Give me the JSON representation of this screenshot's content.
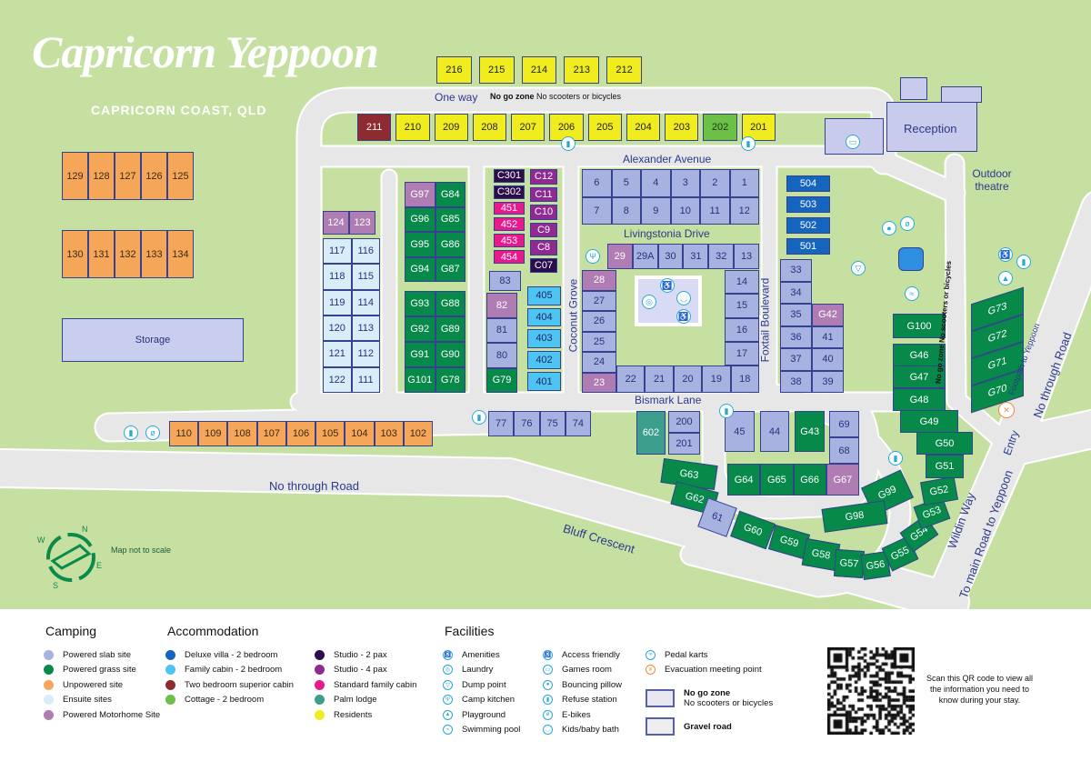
{
  "title": "Capricorn Yeppoon",
  "subtitle": "CAPRICORN COAST, QLD",
  "type_colors": {
    "slab": {
      "bg": "#a8b2e1",
      "fg": "#26337a"
    },
    "grass": {
      "bg": "#07894a",
      "fg": "#ffffff"
    },
    "unpowered": {
      "bg": "#f6a658",
      "fg": "#3a2a10"
    },
    "ensuite": {
      "bg": "#d8edf8",
      "fg": "#26337a"
    },
    "motorhome": {
      "bg": "#b07cb4",
      "fg": "#ffffff"
    },
    "villa": {
      "bg": "#1565bf",
      "fg": "#ffffff"
    },
    "family": {
      "bg": "#4ec4f3",
      "fg": "#1b2a6a"
    },
    "superior": {
      "bg": "#8d2b30",
      "fg": "#ffffff"
    },
    "cottage": {
      "bg": "#6cbf47",
      "fg": "#1b3a10"
    },
    "studio2": {
      "bg": "#2b0d4c",
      "fg": "#ffffff"
    },
    "studio4": {
      "bg": "#8f2a92",
      "fg": "#ffffff"
    },
    "standard": {
      "bg": "#e9188c",
      "fg": "#ffffff"
    },
    "palm": {
      "bg": "#3c9e8c",
      "fg": "#ffffff"
    },
    "residents": {
      "bg": "#f0ec1e",
      "fg": "#222222"
    },
    "lawn": {
      "bg": "#c6e0a2",
      "fg": "#26337a"
    },
    "storage": {
      "bg": "#c9cdee",
      "fg": "#26337a"
    }
  },
  "sites": {
    "r216": [
      [
        "216",
        "residents"
      ],
      [
        "215",
        "residents"
      ],
      [
        "214",
        "residents"
      ],
      [
        "213",
        "residents"
      ],
      [
        "212",
        "residents"
      ]
    ],
    "r211": [
      [
        "211",
        "superior"
      ],
      [
        "210",
        "residents"
      ],
      [
        "209",
        "residents"
      ],
      [
        "208",
        "residents"
      ],
      [
        "207",
        "residents"
      ],
      [
        "206",
        "residents"
      ],
      [
        "205",
        "residents"
      ],
      [
        "204",
        "residents"
      ],
      [
        "203",
        "residents"
      ],
      [
        "202",
        "cottage"
      ],
      [
        "201",
        "residents"
      ]
    ],
    "s129": [
      [
        "129",
        "unpowered"
      ],
      [
        "128",
        "unpowered"
      ],
      [
        "127",
        "unpowered"
      ],
      [
        "126",
        "unpowered"
      ],
      [
        "125",
        "unpowered"
      ]
    ],
    "s130": [
      [
        "130",
        "unpowered"
      ],
      [
        "131",
        "unpowered"
      ],
      [
        "132",
        "unpowered"
      ],
      [
        "133",
        "unpowered"
      ],
      [
        "134",
        "unpowered"
      ]
    ],
    "storage": [
      [
        "Storage",
        "storage"
      ]
    ],
    "mh124": [
      [
        "124",
        "motorhome"
      ],
      [
        "123",
        "motorhome"
      ]
    ],
    "ens": [
      [
        "117",
        "ensuite"
      ],
      [
        "116",
        "ensuite"
      ],
      [
        "118",
        "ensuite"
      ],
      [
        "115",
        "ensuite"
      ],
      [
        "119",
        "ensuite"
      ],
      [
        "114",
        "ensuite"
      ],
      [
        "120",
        "ensuite"
      ],
      [
        "113",
        "ensuite"
      ],
      [
        "121",
        "ensuite"
      ],
      [
        "112",
        "ensuite"
      ],
      [
        "122",
        "ensuite"
      ],
      [
        "111",
        "ensuite"
      ]
    ],
    "gA": [
      [
        "G97",
        "motorhome"
      ],
      [
        "G84",
        "grass"
      ],
      [
        "G96",
        "grass"
      ],
      [
        "G85",
        "grass"
      ],
      [
        "G95",
        "grass"
      ],
      [
        "G86",
        "grass"
      ],
      [
        "G94",
        "grass"
      ],
      [
        "G87",
        "grass"
      ]
    ],
    "gB": [
      [
        "G93",
        "grass"
      ],
      [
        "G88",
        "grass"
      ],
      [
        "G92",
        "grass"
      ],
      [
        "G89",
        "grass"
      ],
      [
        "G91",
        "grass"
      ],
      [
        "G90",
        "grass"
      ],
      [
        "G101",
        "grass"
      ],
      [
        "G78",
        "grass"
      ]
    ],
    "cL": [
      [
        "C301",
        "studio2"
      ],
      [
        "C302",
        "studio2"
      ],
      [
        "451",
        "standard"
      ],
      [
        "452",
        "standard"
      ],
      [
        "453",
        "standard"
      ],
      [
        "454",
        "standard"
      ]
    ],
    "cR": [
      [
        "C12",
        "studio4"
      ],
      [
        "C11",
        "studio4"
      ],
      [
        "C10",
        "studio4"
      ],
      [
        "C9",
        "studio4"
      ],
      [
        "C8",
        "studio4"
      ],
      [
        "C07",
        "studio2"
      ]
    ],
    "c83": [
      [
        "83",
        "slab"
      ]
    ],
    "c82": [
      [
        "82",
        "motorhome"
      ],
      [
        "81",
        "slab"
      ],
      [
        "80",
        "slab"
      ],
      [
        "G79",
        "grass"
      ]
    ],
    "c405": [
      [
        "405",
        "family"
      ],
      [
        "404",
        "family"
      ],
      [
        "403",
        "family"
      ],
      [
        "402",
        "family"
      ],
      [
        "401",
        "family"
      ]
    ],
    "b1": [
      [
        "6",
        "slab"
      ],
      [
        "5",
        "slab"
      ],
      [
        "4",
        "slab"
      ],
      [
        "3",
        "slab"
      ],
      [
        "2",
        "slab"
      ],
      [
        "1",
        "slab"
      ],
      [
        "7",
        "slab"
      ],
      [
        "8",
        "slab"
      ],
      [
        "9",
        "slab"
      ],
      [
        "10",
        "slab"
      ],
      [
        "11",
        "slab"
      ],
      [
        "12",
        "slab"
      ]
    ],
    "inTop": [
      [
        "",
        "lawn"
      ],
      [
        "29",
        "motorhome"
      ],
      [
        "29A",
        "slab"
      ],
      [
        "30",
        "slab"
      ],
      [
        "31",
        "slab"
      ],
      [
        "32",
        "slab"
      ],
      [
        "13",
        "slab"
      ]
    ],
    "inLeft": [
      [
        "28",
        "motorhome"
      ],
      [
        "27",
        "slab"
      ],
      [
        "26",
        "slab"
      ],
      [
        "25",
        "slab"
      ],
      [
        "24",
        "slab"
      ],
      [
        "23",
        "motorhome"
      ]
    ],
    "inBot": [
      [
        "22",
        "slab"
      ],
      [
        "21",
        "slab"
      ],
      [
        "20",
        "slab"
      ],
      [
        "19",
        "slab"
      ],
      [
        "18",
        "slab"
      ]
    ],
    "inRight": [
      [
        "14",
        "slab"
      ],
      [
        "15",
        "slab"
      ],
      [
        "16",
        "slab"
      ],
      [
        "17",
        "slab"
      ]
    ],
    "v504": [
      [
        "504",
        "villa"
      ],
      [
        "503",
        "villa"
      ],
      [
        "502",
        "villa"
      ],
      [
        "501",
        "villa"
      ]
    ],
    "rb": [
      [
        "33",
        "slab"
      ],
      [
        "",
        "lawn"
      ],
      [
        "34",
        "slab"
      ],
      [
        "",
        "lawn"
      ],
      [
        "35",
        "slab"
      ],
      [
        "G42",
        "motorhome"
      ],
      [
        "36",
        "slab"
      ],
      [
        "41",
        "slab"
      ],
      [
        "37",
        "slab"
      ],
      [
        "40",
        "slab"
      ],
      [
        "38",
        "slab"
      ],
      [
        "39",
        "slab"
      ]
    ],
    "r77": [
      [
        "77",
        "slab"
      ],
      [
        "76",
        "slab"
      ],
      [
        "75",
        "slab"
      ],
      [
        "74",
        "slab"
      ]
    ],
    "r110": [
      [
        "110",
        "unpowered"
      ],
      [
        "109",
        "unpowered"
      ],
      [
        "108",
        "unpowered"
      ],
      [
        "107",
        "unpowered"
      ],
      [
        "106",
        "unpowered"
      ],
      [
        "105",
        "unpowered"
      ],
      [
        "104",
        "unpowered"
      ],
      [
        "103",
        "unpowered"
      ],
      [
        "102",
        "unpowered"
      ]
    ],
    "p602": [
      [
        "602",
        "palm"
      ]
    ],
    "r200": [
      [
        "200",
        "slab"
      ],
      [
        "201",
        "slab"
      ]
    ],
    "r45": [
      [
        "45",
        "slab"
      ],
      [
        "44",
        "slab"
      ],
      [
        "G43",
        "grass"
      ]
    ],
    "r69": [
      [
        "69",
        "slab"
      ],
      [
        "68",
        "slab"
      ]
    ],
    "r64": [
      [
        "G64",
        "grass"
      ],
      [
        "G65",
        "grass"
      ],
      [
        "G66",
        "grass"
      ],
      [
        "G67",
        "motorhome"
      ]
    ],
    "g73": [
      [
        "G73",
        "grass"
      ],
      [
        "G72",
        "grass"
      ],
      [
        "G71",
        "grass"
      ],
      [
        "G70",
        "grass"
      ]
    ],
    "curve": [
      [
        "G63",
        "grass"
      ],
      [
        "G62",
        "grass"
      ],
      [
        "61",
        "slab"
      ],
      [
        "G60",
        "grass"
      ],
      [
        "G59",
        "grass"
      ],
      [
        "G58",
        "grass"
      ],
      [
        "G57",
        "grass"
      ],
      [
        "G56",
        "grass"
      ],
      [
        "G55",
        "grass"
      ],
      [
        "G54",
        "grass"
      ],
      [
        "G53",
        "grass"
      ],
      [
        "G52",
        "grass"
      ],
      [
        "G51",
        "grass"
      ],
      [
        "G50",
        "grass"
      ],
      [
        "G49",
        "grass"
      ],
      [
        "G48",
        "grass"
      ],
      [
        "G47",
        "grass"
      ],
      [
        "G46",
        "grass"
      ],
      [
        "G100",
        "grass"
      ],
      [
        "G99",
        "grass"
      ],
      [
        "G98",
        "grass"
      ]
    ]
  },
  "roads": {
    "one_way": "One way",
    "top_no_go": "No go zone",
    "top_no_scooters": "No scooters or bicycles",
    "alexander": "Alexander Avenue",
    "livingstonia": "Livingstonia Drive",
    "coconut": "Coconut Grove",
    "foxtail": "Foxtail Boulevard",
    "bismark": "Bismark Lane",
    "no_through_left": "No through Road",
    "bluff": "Bluff Crescent",
    "right_no_go": "No go zone No scooters or bicycles",
    "footpath": "Footpath to Yeppoon",
    "no_through_right": "No through Road",
    "entry": "Entry",
    "wildin": "Wildin Way",
    "main_road": "To main Road to Yeppoon"
  },
  "buildings": {
    "reception": "Reception",
    "theatre": "Outdoor theatre"
  },
  "compass": {
    "n": "N",
    "e": "E",
    "s": "S",
    "w": "W"
  },
  "scale_note": "Map not to scale",
  "legend": {
    "camping_title": "Camping",
    "camping": [
      {
        "label": "Powered slab site",
        "color": "#a8b2e1"
      },
      {
        "label": "Powered grass site",
        "color": "#07894a"
      },
      {
        "label": "Unpowered site",
        "color": "#f6a658"
      },
      {
        "label": "Ensuite sites",
        "color": "#d8edf8"
      },
      {
        "label": "Powered Motorhome Site",
        "color": "#b07cb4"
      }
    ],
    "accommodation_title": "Accommodation",
    "accommodation_a": [
      {
        "label": "Deluxe villa - 2 bedroom",
        "color": "#1565bf"
      },
      {
        "label": "Family cabin - 2 bedroom",
        "color": "#4ec4f3"
      },
      {
        "label": "Two bedroom superior cabin",
        "color": "#8d2b30"
      },
      {
        "label": "Cottage - 2 bedroom",
        "color": "#6cbf47"
      }
    ],
    "accommodation_b": [
      {
        "label": "Studio - 2 pax",
        "color": "#2b0d4c"
      },
      {
        "label": "Studio - 4 pax",
        "color": "#8f2a92"
      },
      {
        "label": "Standard family cabin",
        "color": "#e9188c"
      },
      {
        "label": "Palm lodge",
        "color": "#3c9e8c"
      },
      {
        "label": "Residents",
        "color": "#f0ec1e"
      }
    ],
    "facilities_title": "Facilities",
    "facilities_a": [
      {
        "label": "Amenities",
        "icon": "amenities-icon",
        "glyph": "♿"
      },
      {
        "label": "Laundry",
        "icon": "laundry-icon",
        "glyph": "◎"
      },
      {
        "label": "Dump point",
        "icon": "dump-point-icon",
        "glyph": "▽"
      },
      {
        "label": "Camp kitchen",
        "icon": "camp-kitchen-icon",
        "glyph": "Ψ"
      },
      {
        "label": "Playground",
        "icon": "playground-icon",
        "glyph": "▲"
      },
      {
        "label": "Swimming pool",
        "icon": "swimming-pool-icon",
        "glyph": "≈"
      }
    ],
    "facilities_b": [
      {
        "label": "Access friendly",
        "icon": "access-icon",
        "glyph": "♿"
      },
      {
        "label": "Games room",
        "icon": "games-room-icon",
        "glyph": "▭"
      },
      {
        "label": "Bouncing pillow",
        "icon": "bouncing-pillow-icon",
        "glyph": "●"
      },
      {
        "label": "Refuse station",
        "icon": "refuse-icon",
        "glyph": "▮"
      },
      {
        "label": "E-bikes",
        "icon": "ebike-icon",
        "glyph": "ø"
      },
      {
        "label": "Kids/baby bath",
        "icon": "baby-bath-icon",
        "glyph": "◡"
      }
    ],
    "pedal": "Pedal karts",
    "evac": "Evacuation meeting point",
    "no_go": "No go zone",
    "no_go_sub": "No scooters or bicycles",
    "gravel": "Gravel road",
    "qr_text": "Scan this QR code to view all the information you need to know during your stay.",
    "evac_color": "#f08a3c"
  }
}
